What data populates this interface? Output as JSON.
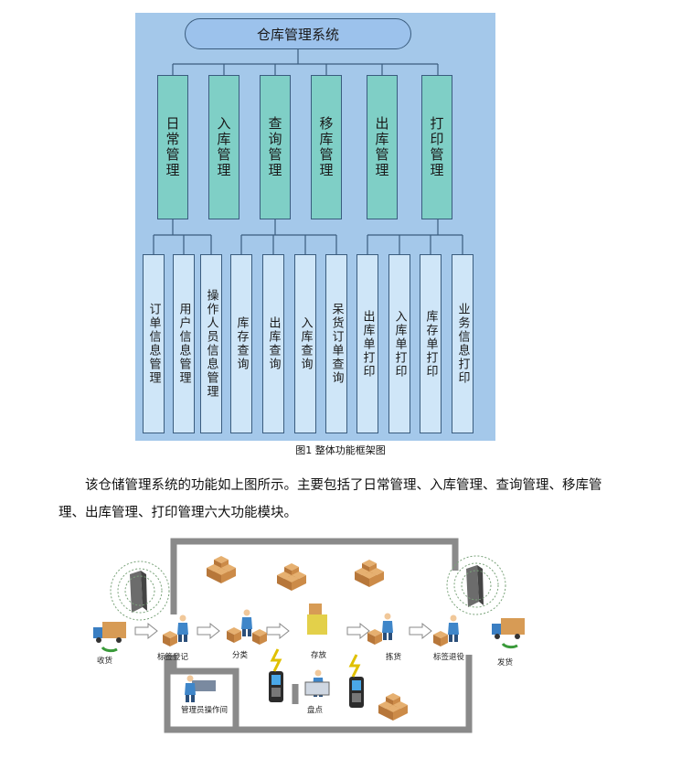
{
  "diagram": {
    "root": "仓库管理系统",
    "modules": [
      "日常管理",
      "入库管理",
      "查询管理",
      "移库管理",
      "出库管理",
      "打印管理"
    ],
    "leaves": [
      "订单信息管理",
      "用户信息管理",
      "操作人员信息管理",
      "库存查询",
      "出库查询",
      "入库查询",
      "呆货订单查询",
      "出库单打印",
      "入库单打印",
      "库存单打印",
      "业务信息打印"
    ]
  },
  "caption": "图1  整体功能框架图",
  "paragraph": "该仓储管理系统的功能如上图所示。主要包括了日常管理、入库管理、查询管理、移库管理、出库管理、打印管理六大功能模块。",
  "flow": {
    "steps": [
      "收货",
      "标签登记",
      "分类",
      "存放",
      "拣货",
      "标签退役",
      "发货",
      "盘点",
      "管理员操作间"
    ]
  }
}
